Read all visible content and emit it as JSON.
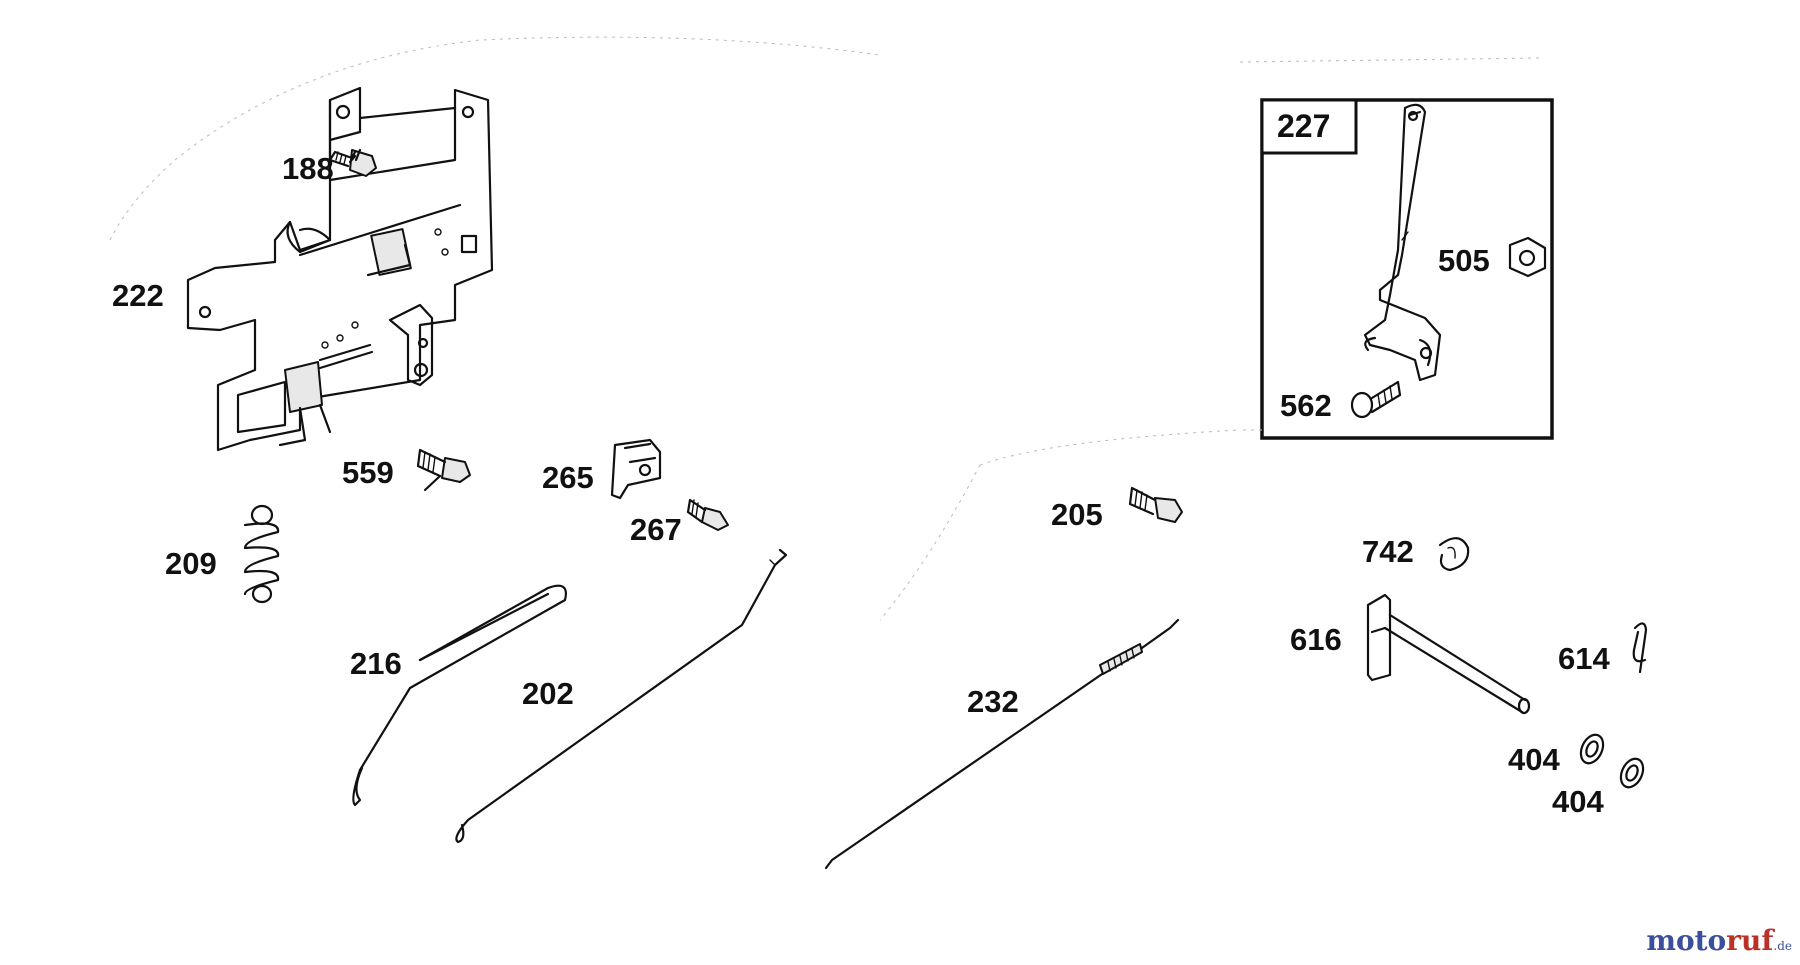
{
  "labels": {
    "p188": "188",
    "p222": "222",
    "p559": "559",
    "p209": "209",
    "p265": "265",
    "p267": "267",
    "p216": "216",
    "p202": "202",
    "p232": "232",
    "p205": "205",
    "p227": "227",
    "p505": "505",
    "p562": "562",
    "p742": "742",
    "p616": "616",
    "p614": "614",
    "p404a": "404",
    "p404b": "404"
  },
  "watermark": {
    "part1": "moto",
    "part2": "ruf",
    "part3": ".de"
  }
}
